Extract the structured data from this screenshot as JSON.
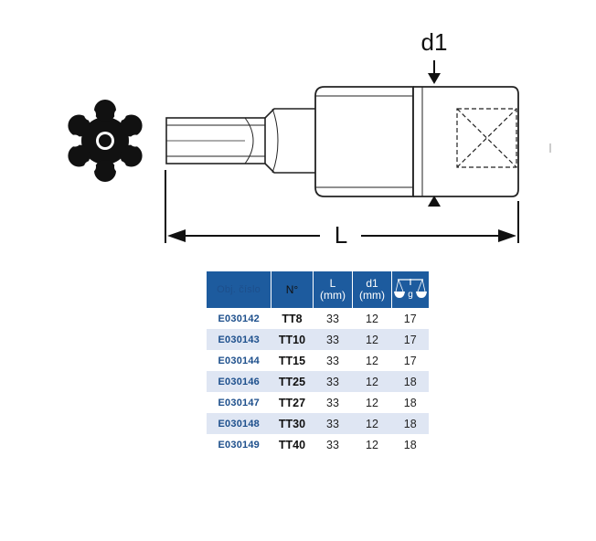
{
  "drawing": {
    "label_d1": "d1",
    "label_L": "L"
  },
  "colors": {
    "header_bg": "#1d5b9e",
    "row_alt": "#dfe6f3",
    "code_text": "#1d4f8c"
  },
  "table": {
    "headers": {
      "code": "Obj. číslo",
      "n": "N°",
      "l_line1": "L",
      "l_line2": "(mm)",
      "d_line1": "d1",
      "d_line2": "(mm)",
      "weight_icon": "scale-icon",
      "weight_unit": "g"
    },
    "rows": [
      {
        "code": "E030142",
        "n": "TT8",
        "l": "33",
        "d": "12",
        "w": "17"
      },
      {
        "code": "E030143",
        "n": "TT10",
        "l": "33",
        "d": "12",
        "w": "17"
      },
      {
        "code": "E030144",
        "n": "TT15",
        "l": "33",
        "d": "12",
        "w": "17"
      },
      {
        "code": "E030146",
        "n": "TT25",
        "l": "33",
        "d": "12",
        "w": "18"
      },
      {
        "code": "E030147",
        "n": "TT27",
        "l": "33",
        "d": "12",
        "w": "18"
      },
      {
        "code": "E030148",
        "n": "TT30",
        "l": "33",
        "d": "12",
        "w": "18"
      },
      {
        "code": "E030149",
        "n": "TT40",
        "l": "33",
        "d": "12",
        "w": "18"
      }
    ]
  }
}
